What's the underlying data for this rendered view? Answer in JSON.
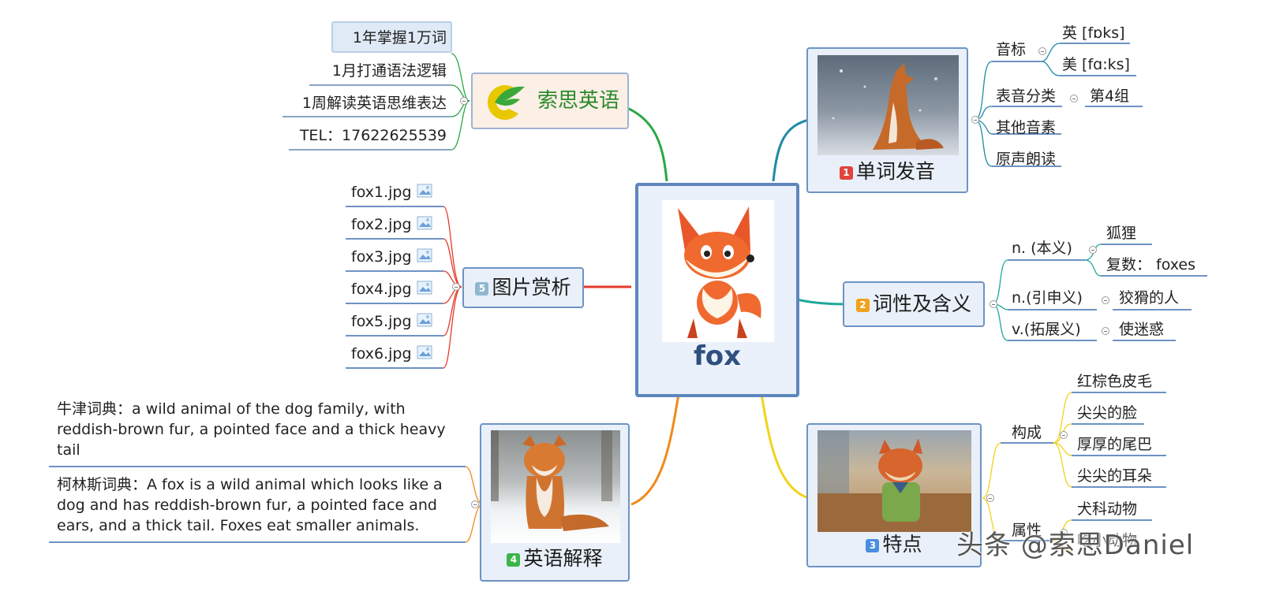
{
  "center": {
    "label": "fox"
  },
  "branches": {
    "brand": {
      "label": "索思英语",
      "items": [
        "1年掌握1万词",
        "1月打通语法逻辑",
        "1周解读英语思维表达",
        "TEL：17622625539"
      ]
    },
    "pronunciation": {
      "badge": "1",
      "label": "单词发音",
      "phonetic_label": "音标",
      "phonetic_uk": "英 [fɒks]",
      "phonetic_us": "美 [fɑ:ks]",
      "category_label": "表音分类",
      "category_value": "第4组",
      "other_phonemes": "其他音素",
      "original_reading": "原声朗读"
    },
    "meanings": {
      "badge": "2",
      "label": "词性及含义",
      "items": [
        {
          "pos": "n. (本义)",
          "values": [
            "狐狸",
            "复数： foxes"
          ]
        },
        {
          "pos": "n.(引申义)",
          "values": [
            "狡猾的人"
          ]
        },
        {
          "pos": "v.(拓展义)",
          "values": [
            "使迷惑"
          ]
        }
      ]
    },
    "features": {
      "badge": "3",
      "label": "特点",
      "composition_label": "构成",
      "composition": [
        "红棕色皮毛",
        "尖尖的脸",
        "厚厚的尾巴",
        "尖尖的耳朵"
      ],
      "attribute_label": "属性",
      "attributes": [
        "犬科动物",
        "吃小动物"
      ]
    },
    "definitions": {
      "badge": "4",
      "label": "英语解释",
      "oxford": "牛津词典：a wild animal of the dog family, with reddish-brown fur, a pointed face and a thick heavy tail",
      "collins": "柯林斯词典：A fox is a wild animal which looks like a dog and has reddish-brown fur, a pointed face and ears, and a thick tail. Foxes eat smaller animals."
    },
    "images": {
      "badge": "5",
      "label": "图片赏析",
      "files": [
        "fox1.jpg",
        "fox2.jpg",
        "fox3.jpg",
        "fox4.jpg",
        "fox5.jpg",
        "fox6.jpg"
      ]
    }
  },
  "watermark": "头条 @索思Daniel",
  "colors": {
    "node_border": "#6d93c4",
    "node_fill": "#e9f0f9",
    "badge_1": "#e0443d",
    "badge_2": "#f0a21c",
    "badge_3": "#4a8de0",
    "badge_4": "#3bb54a",
    "badge_5": "#8fb7cf",
    "branch_brand": "#27a844",
    "branch_pron": "#1f8ba6",
    "branch_meaning": "#1fa89a",
    "branch_features": "#f2d21a",
    "branch_definitions": "#f08a1a",
    "branch_images": "#e43a2a"
  }
}
